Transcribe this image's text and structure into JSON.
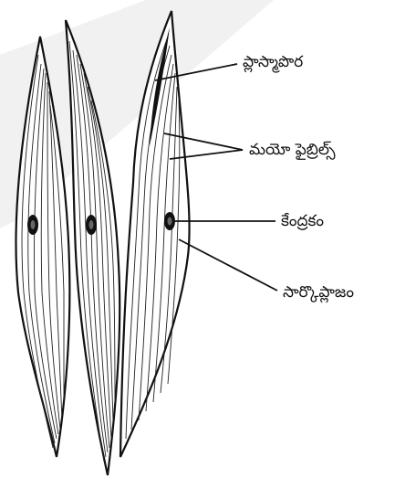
{
  "labels": {
    "plasma_membrane": "ప్లాస్మాపొర",
    "myofibrils": "మయో ఫైబ్రిల్స్",
    "nucleus": "కేంద్రకం",
    "sarcoplasm": "సార్కొప్లాజం"
  }
}
